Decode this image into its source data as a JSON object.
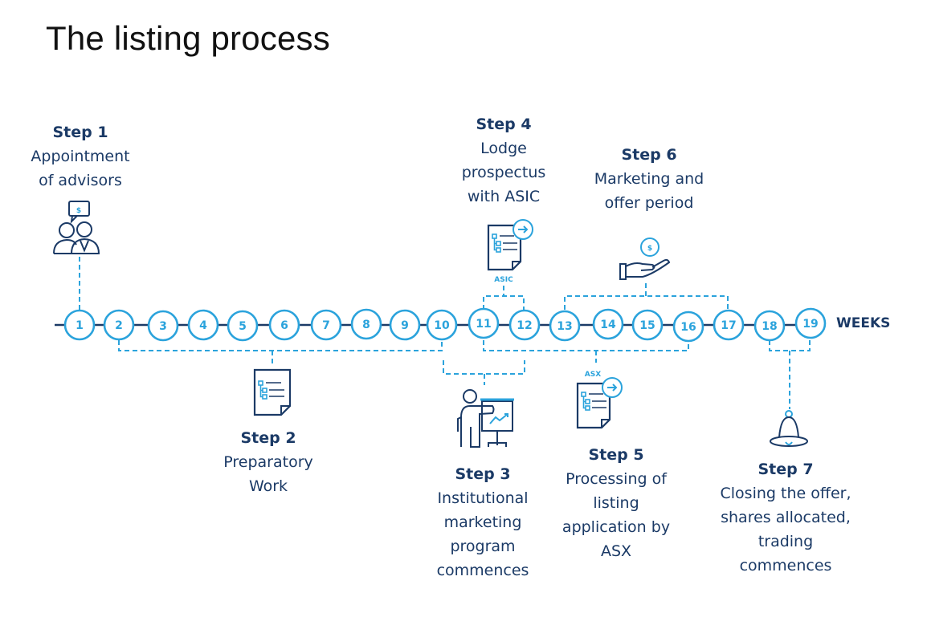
{
  "title": "The listing process",
  "axis_label": "WEEKS",
  "colors": {
    "navy": "#1b3a66",
    "accent": "#2ba3dc"
  },
  "weeks": [
    "1",
    "2",
    "3",
    "4",
    "5",
    "6",
    "7",
    "8",
    "9",
    "10",
    "11",
    "12",
    "13",
    "14",
    "15",
    "16",
    "17",
    "18",
    "19"
  ],
  "steps": [
    {
      "label": "Step 1",
      "desc": "Appointment\nof advisors",
      "icon": "advisors-icon",
      "weeks_from": 1,
      "weeks_to": 1
    },
    {
      "label": "Step 2",
      "desc": "Preparatory\nWork",
      "icon": "document-icon",
      "weeks_from": 2,
      "weeks_to": 10
    },
    {
      "label": "Step 3",
      "desc": "Institutional\nmarketing\nprogram\ncommences",
      "icon": "presenter-icon",
      "weeks_from": 10,
      "weeks_to": 12
    },
    {
      "label": "Step 4",
      "desc": "Lodge\nprospectus\nwith ASIC",
      "icon": "document-submit-icon",
      "tag": "ASIC",
      "weeks_from": 11,
      "weeks_to": 12
    },
    {
      "label": "Step 5",
      "desc": "Processing of\nlisting\napplication by\nASX",
      "icon": "document-submit-icon",
      "tag": "ASX",
      "weeks_from": 11,
      "weeks_to": 16
    },
    {
      "label": "Step 6",
      "desc": "Marketing and\noffer period",
      "icon": "hand-coin-icon",
      "weeks_from": 13,
      "weeks_to": 17
    },
    {
      "label": "Step 7",
      "desc": "Closing the offer,\nshares allocated,\ntrading\ncommences",
      "icon": "bell-icon",
      "weeks_from": 18,
      "weeks_to": 19
    }
  ]
}
